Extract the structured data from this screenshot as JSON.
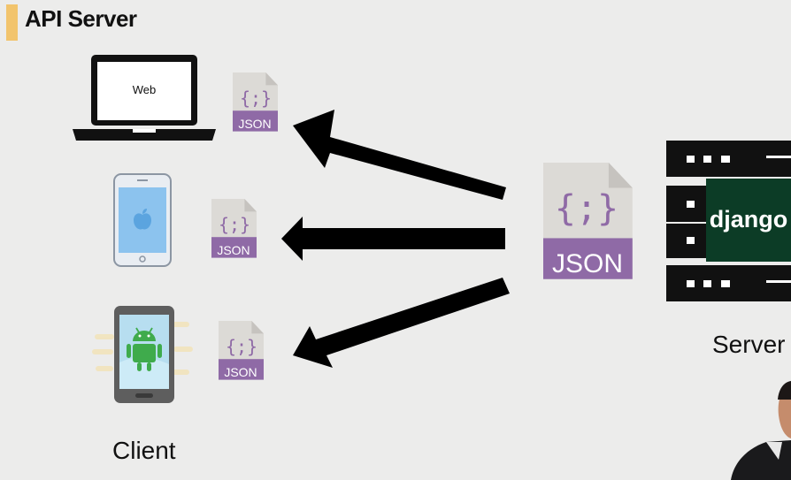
{
  "title": "API Server",
  "clients": {
    "web_label": "Web",
    "caption": "Client"
  },
  "json_label": "JSON",
  "json_braces": "{;}",
  "server": {
    "brand": "django",
    "caption": "Server"
  },
  "colors": {
    "accent_bar": "#f2c46d",
    "json_purple": "#8f6aa6",
    "json_paper": "#d8d6d3",
    "django_green": "#0c3c26"
  }
}
